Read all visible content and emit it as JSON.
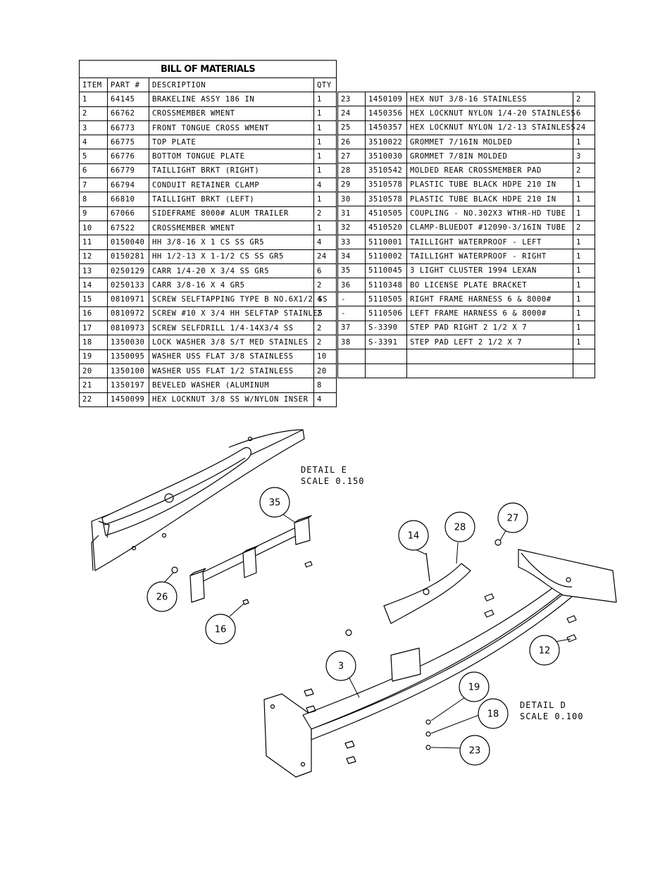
{
  "bom": {
    "title": "BILL OF MATERIALS",
    "headers": {
      "item": "ITEM",
      "part": "PART #",
      "desc": "DESCRIPTION",
      "qty": "QTY"
    },
    "left_rows": [
      [
        "1",
        "64145",
        "BRAKELINE ASSY 186 IN",
        "1"
      ],
      [
        "2",
        "66762",
        "CROSSMEMBER WMENT",
        "1"
      ],
      [
        "3",
        "66773",
        "FRONT TONGUE CROSS WMENT",
        "1"
      ],
      [
        "4",
        "66775",
        "TOP PLATE",
        "1"
      ],
      [
        "5",
        "66776",
        "BOTTOM TONGUE PLATE",
        "1"
      ],
      [
        "6",
        "66779",
        "TAILLIGHT BRKT (RIGHT)",
        "1"
      ],
      [
        "7",
        "66794",
        "CONDUIT RETAINER CLAMP",
        "4"
      ],
      [
        "8",
        "66810",
        "TAILLIGHT BRKT (LEFT)",
        "1"
      ],
      [
        "9",
        "67066",
        "SIDEFRAME 8000# ALUM TRAILER",
        "2"
      ],
      [
        "10",
        "67522",
        "CROSSMEMBER WMENT",
        "1"
      ],
      [
        "11",
        "0150040",
        "HH 3/8-16 X 1 CS SS GR5",
        "4"
      ],
      [
        "12",
        "0150281",
        "HH 1/2-13 X 1-1/2 CS SS GR5",
        "24"
      ],
      [
        "13",
        "0250129",
        "CARR 1/4-20 X 3/4 SS GR5",
        "6"
      ],
      [
        "14",
        "0250133",
        "CARR 3/8-16 X 4 GR5",
        "2"
      ],
      [
        "15",
        "0810971",
        "SCREW SELFTAPPING TYPE B NO.6X1/2 SS",
        "4"
      ],
      [
        "16",
        "0810972",
        "SCREW #10 X 3/4 HH SELFTAP STAINLES",
        "2"
      ],
      [
        "17",
        "0810973",
        "SCREW SELFDRILL  1/4-14X3/4 SS",
        "2"
      ],
      [
        "18",
        "1350030",
        "LOCK WASHER 3/8 S/T MED STAINLES",
        "2"
      ],
      [
        "19",
        "1350095",
        "WASHER USS FLAT 3/8 STAINLESS",
        "10"
      ],
      [
        "20",
        "1350100",
        "WASHER USS FLAT 1/2 STAINLESS",
        "20"
      ],
      [
        "21",
        "1350197",
        "BEVELED WASHER (ALUMINUM",
        "8"
      ],
      [
        "22",
        "1450099",
        "HEX LOCKNUT 3/8 SS W/NYLON INSER",
        "4"
      ]
    ],
    "right_rows": [
      [
        "23",
        "1450109",
        "HEX NUT 3/8-16 STAINLESS",
        "2"
      ],
      [
        "24",
        "1450356",
        "HEX LOCKNUT NYLON 1/4-20 STAINLESS",
        "6"
      ],
      [
        "25",
        "1450357",
        "HEX LOCKNUT NYLON 1/2-13 STAINLESS",
        "24"
      ],
      [
        "26",
        "3510022",
        "GROMMET  7/16IN MOLDED",
        "1"
      ],
      [
        "27",
        "3510030",
        "GROMMET  7/8IN MOLDED",
        "3"
      ],
      [
        "28",
        "3510542",
        "MOLDED REAR CROSSMEMBER PAD",
        "2"
      ],
      [
        "29",
        "3510578",
        "PLASTIC TUBE BLACK HDPE 210 IN",
        "1"
      ],
      [
        "30",
        "3510578",
        "PLASTIC TUBE BLACK HDPE 210 IN",
        "1"
      ],
      [
        "31",
        "4510505",
        "COUPLING - NO.302X3 WTHR-HD TUBE",
        "1"
      ],
      [
        "32",
        "4510520",
        "CLAMP-BLUEDOT #12090-3/16IN TUBE",
        "2"
      ],
      [
        "33",
        "5110001",
        "TAILLIGHT WATERPROOF - LEFT",
        "1"
      ],
      [
        "34",
        "5110002",
        "TAILLIGHT WATERPROOF - RIGHT",
        "1"
      ],
      [
        "35",
        "5110045",
        "3 LIGHT CLUSTER  1994  LEXAN",
        "1"
      ],
      [
        "36",
        "5110348",
        "BO LICENSE PLATE BRACKET",
        "1"
      ],
      [
        "-",
        "5110505",
        "RIGHT FRAME HARNESS 6 & 8000#",
        "1"
      ],
      [
        "-",
        "5110506",
        "LEFT FRAME HARNESS 6 & 8000#",
        "1"
      ],
      [
        "37",
        "S-3390",
        "STEP PAD  RIGHT  2 1/2 X  7",
        "1"
      ],
      [
        "38",
        "S-3391",
        "STEP PAD  LEFT  2 1/2 X  7",
        "1"
      ],
      [
        "",
        "",
        "",
        ""
      ],
      [
        "",
        "",
        "",
        ""
      ]
    ]
  },
  "drawing": {
    "detail_e": {
      "name": "DETAIL  E",
      "scale": "SCALE  0.150"
    },
    "detail_d": {
      "name": "DETAIL  D",
      "scale": "SCALE  0.100"
    },
    "balloons": [
      "35",
      "26",
      "16",
      "14",
      "28",
      "27",
      "12",
      "3",
      "19",
      "18",
      "23"
    ]
  }
}
